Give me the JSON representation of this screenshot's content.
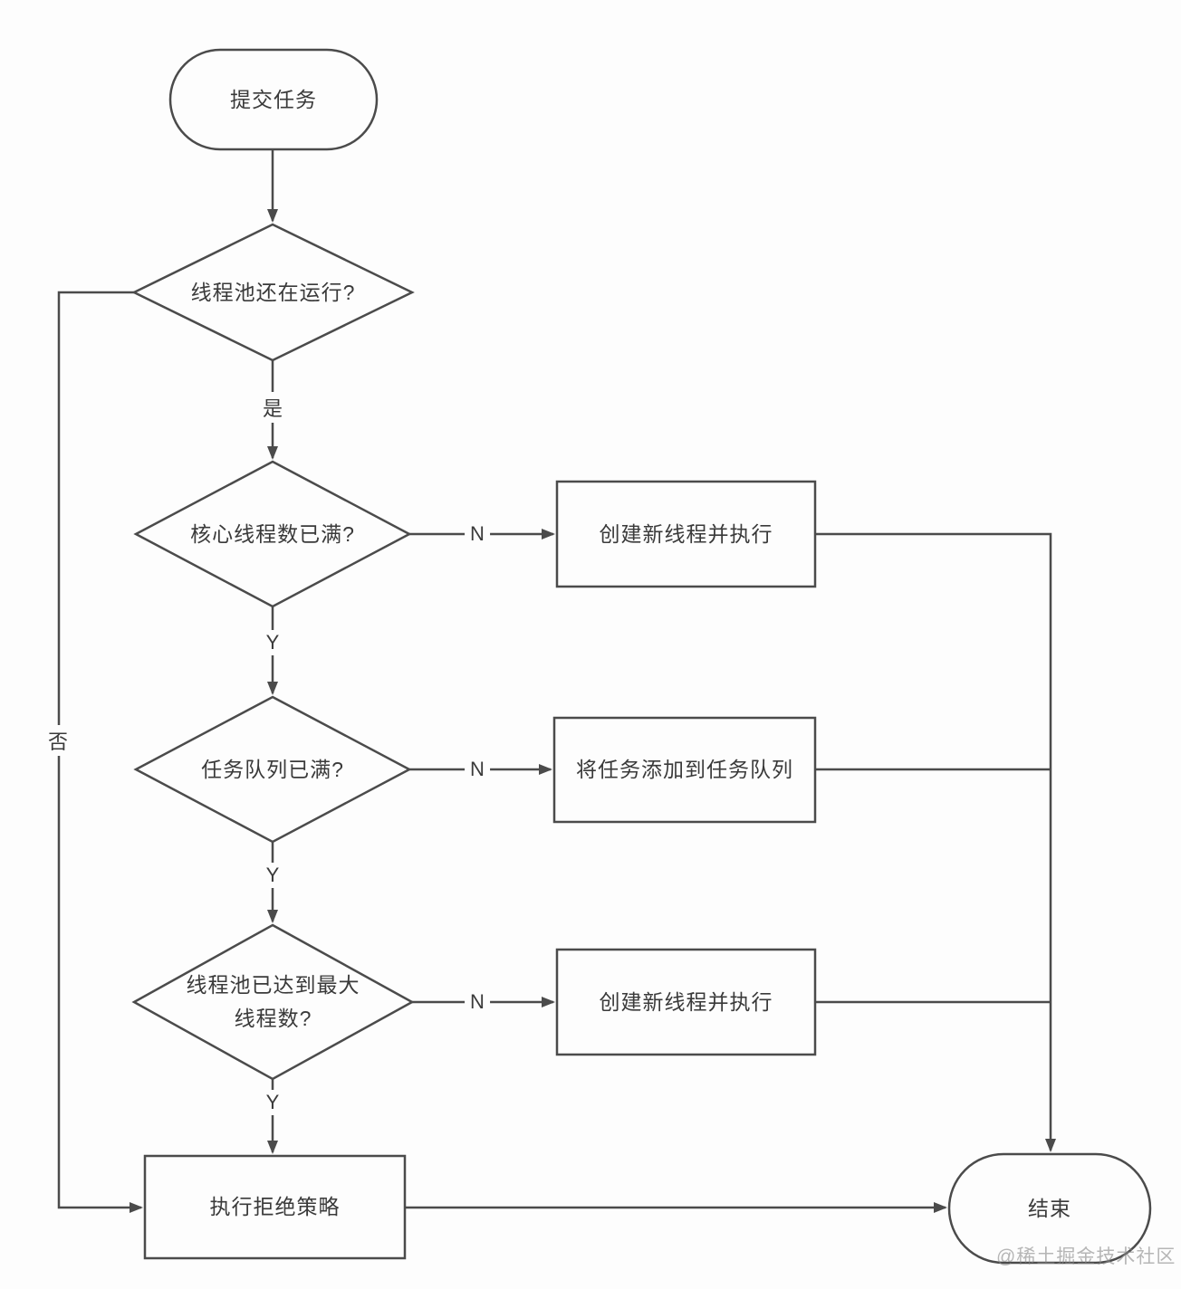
{
  "diagram": {
    "background": "#fdfdfd",
    "stroke_color": "#4b4b4b",
    "text_color": "#3a3a3a",
    "nodes": {
      "start": "提交任务",
      "running": "线程池还在运行?",
      "core_full": "核心线程数已满?",
      "create1": "创建新线程并执行",
      "queue_full": "任务队列已满?",
      "enqueue": "将任务添加到任务队列",
      "max_threads_line1": "线程池已达到最大",
      "max_threads_line2": "线程数?",
      "create2": "创建新线程并执行",
      "reject": "执行拒绝策略",
      "end": "结束"
    },
    "labels": {
      "yes": "是",
      "no": "否",
      "y": "Y",
      "n": "N"
    },
    "watermark": "@稀土掘金技术社区"
  }
}
